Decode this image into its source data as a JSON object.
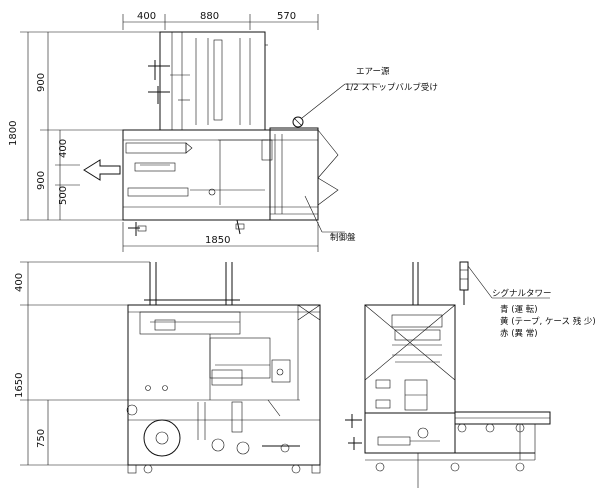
{
  "dimensions": {
    "top_width_1": "400",
    "top_width_2": "880",
    "top_width_3": "570",
    "top_height_total": "1800",
    "top_height_upper": "900",
    "top_height_mid": "400",
    "top_height_mid2": "900",
    "top_height_low": "500",
    "top_length": "1850",
    "front_height_total": "1650",
    "front_height_upper": "400",
    "front_height_lower": "750"
  },
  "annotations": {
    "air_source_title": "エアー源",
    "air_source_detail": "1/2 ストップバルブ受け",
    "control_panel": "制御盤",
    "signal_tower_title": "シグナルタワー",
    "signal_tower_blue": "青 (運 転)",
    "signal_tower_yellow": "黄 (テープ, ケース 残 少)",
    "signal_tower_red": "赤 (異 常)"
  }
}
